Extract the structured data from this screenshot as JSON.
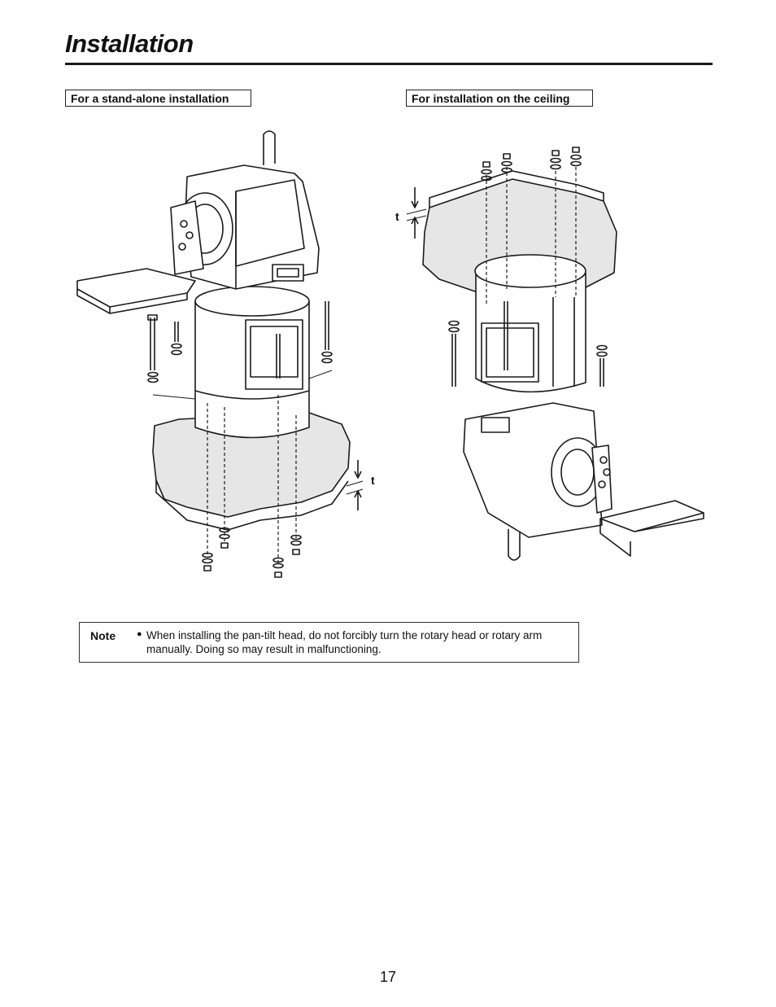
{
  "page": {
    "title": "Installation",
    "page_number": "17"
  },
  "sections": {
    "standalone_label": "For a stand-alone installation",
    "ceiling_label": "For installation on the ceiling"
  },
  "figures": {
    "thickness_marker": "t"
  },
  "note": {
    "label": "Note",
    "bullet": "●",
    "text": "When installing the pan-tilt head, do not forcibly turn the rotary head or rotary arm manually. Doing so may result in malfunctioning."
  },
  "colors": {
    "surface_fill": "#e6e6e6",
    "line": "#1a1a1a"
  }
}
